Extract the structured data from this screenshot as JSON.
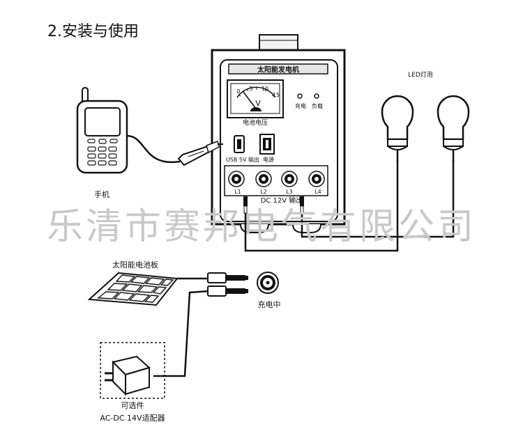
{
  "section_title": "2.安装与使用",
  "generator": {
    "title": "太阳能发电机",
    "meter_label": "电池电压",
    "meter_unit": "V",
    "meter_scale": [
      "0",
      "5",
      "10",
      "15"
    ],
    "indicator_charge": "充电",
    "indicator_load": "负载",
    "usb_label": "USB 5V 输出",
    "power_label": "电源",
    "outputs": [
      "L1",
      "L2",
      "L3",
      "L4"
    ],
    "dc_output_label": "DC 12V 输出"
  },
  "phone_label": "手机",
  "led_label": "LED灯泡",
  "solar_panel_label": "太阳能电池板",
  "charging_label": "充电中",
  "adapter_optional_label": "可选件",
  "adapter_label": "AC-DC 14V适配器",
  "watermark": "乐清市赛邦电气有限公司"
}
